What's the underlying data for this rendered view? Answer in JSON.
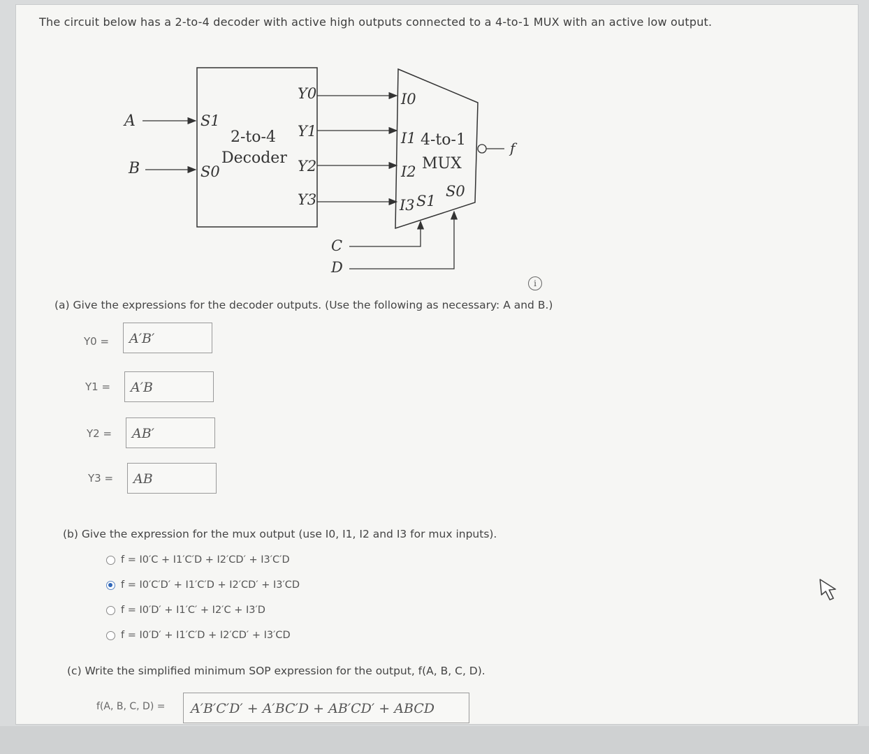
{
  "problem": {
    "statement": "The circuit below has a 2-to-4 decoder with active high outputs connected to a 4-to-1 MUX with an active low output."
  },
  "circuit": {
    "input_a": "A",
    "input_b": "B",
    "input_c": "C",
    "input_d": "D",
    "decoder_title_line1": "2-to-4",
    "decoder_title_line2": "Decoder",
    "decoder_s1": "S1",
    "decoder_s0": "S0",
    "decoder_outputs": [
      "Y0",
      "Y1",
      "Y2",
      "Y3"
    ],
    "mux_title_line1": "4-to-1",
    "mux_title_line2": "MUX",
    "mux_inputs": [
      "I0",
      "I1",
      "I2",
      "I3"
    ],
    "mux_s1": "S1",
    "mux_s0": "S0",
    "output_f": "f"
  },
  "part_a": {
    "prompt": "(a)  Give the expressions for the decoder outputs. (Use the following as necessary: A and B.)",
    "rows": [
      {
        "label": "Y0 =",
        "answer": "A′B′"
      },
      {
        "label": "Y1 =",
        "answer": "A′B"
      },
      {
        "label": "Y2 =",
        "answer": "AB′"
      },
      {
        "label": "Y3 =",
        "answer": "AB"
      }
    ]
  },
  "part_b": {
    "prompt": "(b)  Give the expression for the mux output (use I0, I1, I2 and I3 for mux inputs).",
    "options": [
      {
        "text": "f = I0′C + I1′C′D + I2′CD′ + I3′C′D",
        "selected": false
      },
      {
        "text": "f = I0′C′D′ + I1′C′D + I2′CD′ + I3′CD",
        "selected": true
      },
      {
        "text": "f = I0′D′ + I1′C′ + I2′C + I3′D",
        "selected": false
      },
      {
        "text": "f = I0′D′ + I1′C′D + I2′CD′ + I3′CD",
        "selected": false
      }
    ]
  },
  "part_c": {
    "prompt": "(c)  Write the simplified minimum SOP expression for the output, f(A, B, C, D).",
    "label": "f(A, B, C, D) =",
    "answer": "A′B′C′D′ + A′BC′D + AB′CD′ + ABCD"
  },
  "colors": {
    "page_bg": "#f6f6f4",
    "selected_radio": "#2f66b8",
    "text": "#444444"
  }
}
